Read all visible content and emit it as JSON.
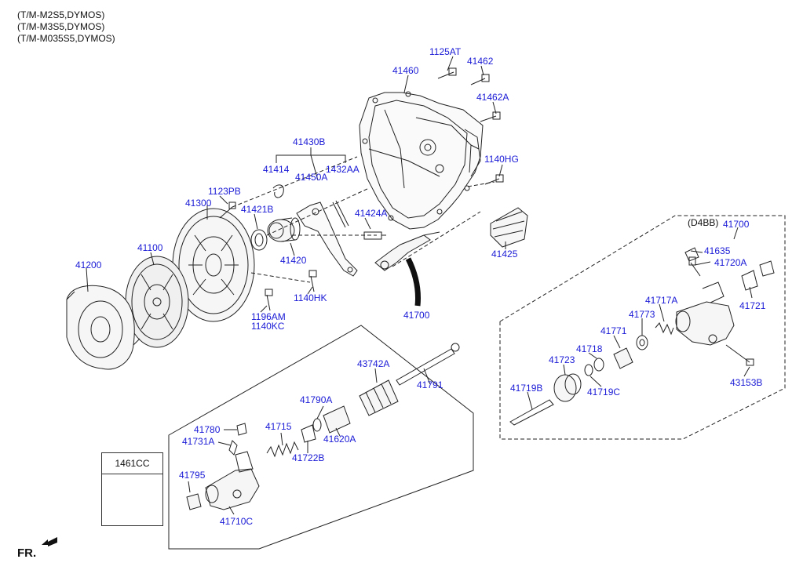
{
  "header": {
    "lines": [
      "(T/M-M2S5,DYMOS)",
      "(T/M-M3S5,DYMOS)",
      "(T/M-M035S5,DYMOS)"
    ]
  },
  "footer": {
    "direction_label": "FR."
  },
  "box_1461": {
    "label": "1461CC"
  },
  "variant_label": "(D4BB)",
  "parts": {
    "p1125AT": "1125AT",
    "p41462": "41462",
    "p41460": "41460",
    "p41462A": "41462A",
    "p41430B": "41430B",
    "p1140HG": "1140HG",
    "p41414": "41414",
    "p1432AA": "1432AA",
    "p41450A": "41450A",
    "p1123PB": "1123PB",
    "p41300": "41300",
    "p41421B": "41421B",
    "p41424A": "41424A",
    "p41425": "41425",
    "p41100": "41100",
    "p41420": "41420",
    "p41200": "41200",
    "p1140HK": "1140HK",
    "p1196AM": "1196AM",
    "p1140KC": "1140KC",
    "p41700_main": "41700",
    "p41700_d4bb": "41700",
    "p41635": "41635",
    "p41720A": "41720A",
    "p41721": "41721",
    "p41717A": "41717A",
    "p41773": "41773",
    "p41771": "41771",
    "p41718": "41718",
    "p41723": "41723",
    "p41719B": "41719B",
    "p41719C": "41719C",
    "p43153B": "43153B",
    "p43742A": "43742A",
    "p41791": "41791",
    "p41790A": "41790A",
    "p41780": "41780",
    "p41731A": "41731A",
    "p41715": "41715",
    "p41620A": "41620A",
    "p41722B": "41722B",
    "p41795": "41795",
    "p41710C": "41710C"
  },
  "colors": {
    "part_number": "#1a1ad6",
    "text": "#111111",
    "line": "#222222"
  }
}
